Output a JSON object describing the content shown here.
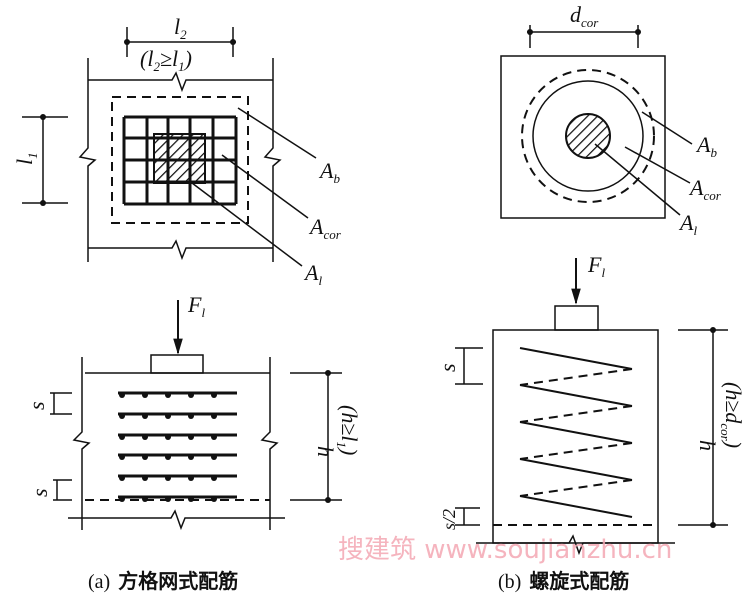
{
  "figure_a": {
    "dim_l2": {
      "main": "l",
      "sub": "2"
    },
    "dim_l2_cond": {
      "open": "(l",
      "sub1": "2",
      "mid": "≥l",
      "sub2": "1",
      "close": ")"
    },
    "dim_l1": {
      "main": "l",
      "sub": "1"
    },
    "label_Ab": {
      "main": "A",
      "sub": "b"
    },
    "label_Acor": {
      "main": "A",
      "sub": "cor"
    },
    "label_Al": {
      "main": "A",
      "sub": "l"
    },
    "force": {
      "main": "F",
      "sub": "l"
    },
    "dim_s": "s",
    "dim_h": "h",
    "dim_h_cond": {
      "open": "(h≥l",
      "sub": "1",
      "close": ")"
    },
    "caption_tag": "(a)",
    "caption": "方格网式配筋"
  },
  "figure_b": {
    "dim_dcor": {
      "main": "d",
      "sub": "cor"
    },
    "label_Ab": {
      "main": "A",
      "sub": "b"
    },
    "label_Acor": {
      "main": "A",
      "sub": "cor"
    },
    "label_Al": {
      "main": "A",
      "sub": "l"
    },
    "force": {
      "main": "F",
      "sub": "l"
    },
    "dim_s": "s",
    "dim_s2": "s/2",
    "dim_h": "h",
    "dim_h_cond": {
      "open": "(h≥d",
      "sub": "cor",
      "close": ")"
    },
    "caption_tag": "(b)",
    "caption": "螺旋式配筋"
  },
  "watermark": "搜建筑 www.soujianzhu.cn"
}
